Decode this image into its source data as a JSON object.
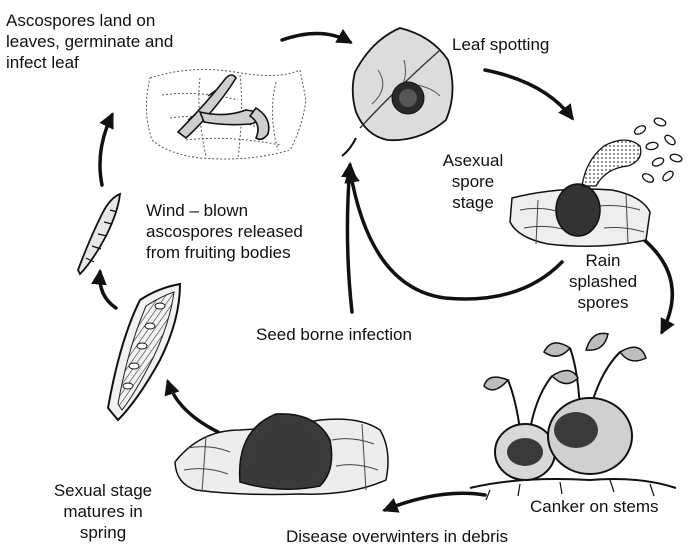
{
  "labels": {
    "ascospores_land": "Ascospores land on\nleaves, germinate and\ninfect leaf",
    "leaf_spotting": "Leaf spotting",
    "asexual_spore": "Asexual\nspore\nstage",
    "rain_splashed": "Rain\nsplashed\nspores",
    "wind_blown": "Wind – blown\nascospores released\nfrom fruiting bodies",
    "seed_borne": "Seed borne infection",
    "canker_on_stems": "Canker on stems",
    "sexual_stage": "Sexual stage\nmatures in\nspring",
    "overwinters": "Disease overwinters in debris"
  }
}
